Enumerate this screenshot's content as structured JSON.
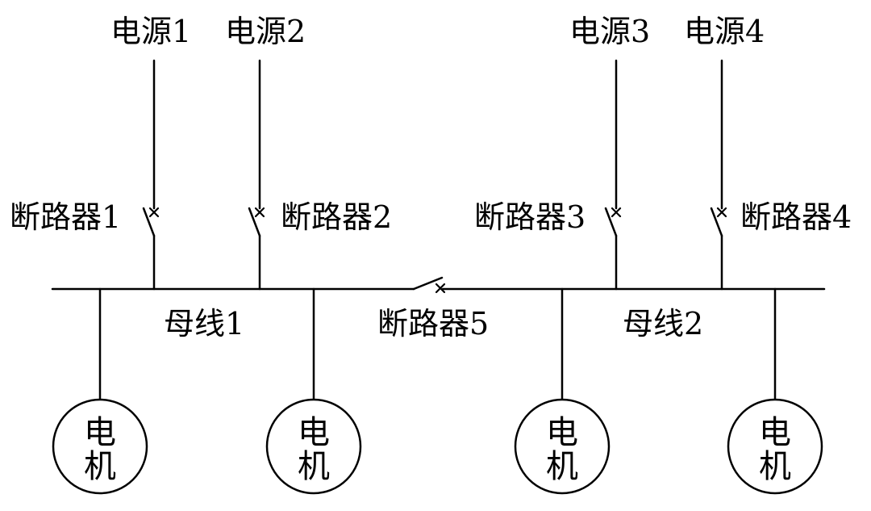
{
  "sources": [
    "电源1",
    "电源2",
    "电源3",
    "电源4"
  ],
  "breakers": [
    "断路器1",
    "断路器2",
    "断路器3",
    "断路器4",
    "断路器5"
  ],
  "buses": [
    "母线1",
    "母线2"
  ],
  "motor": {
    "line1": "电",
    "line2": "机"
  }
}
